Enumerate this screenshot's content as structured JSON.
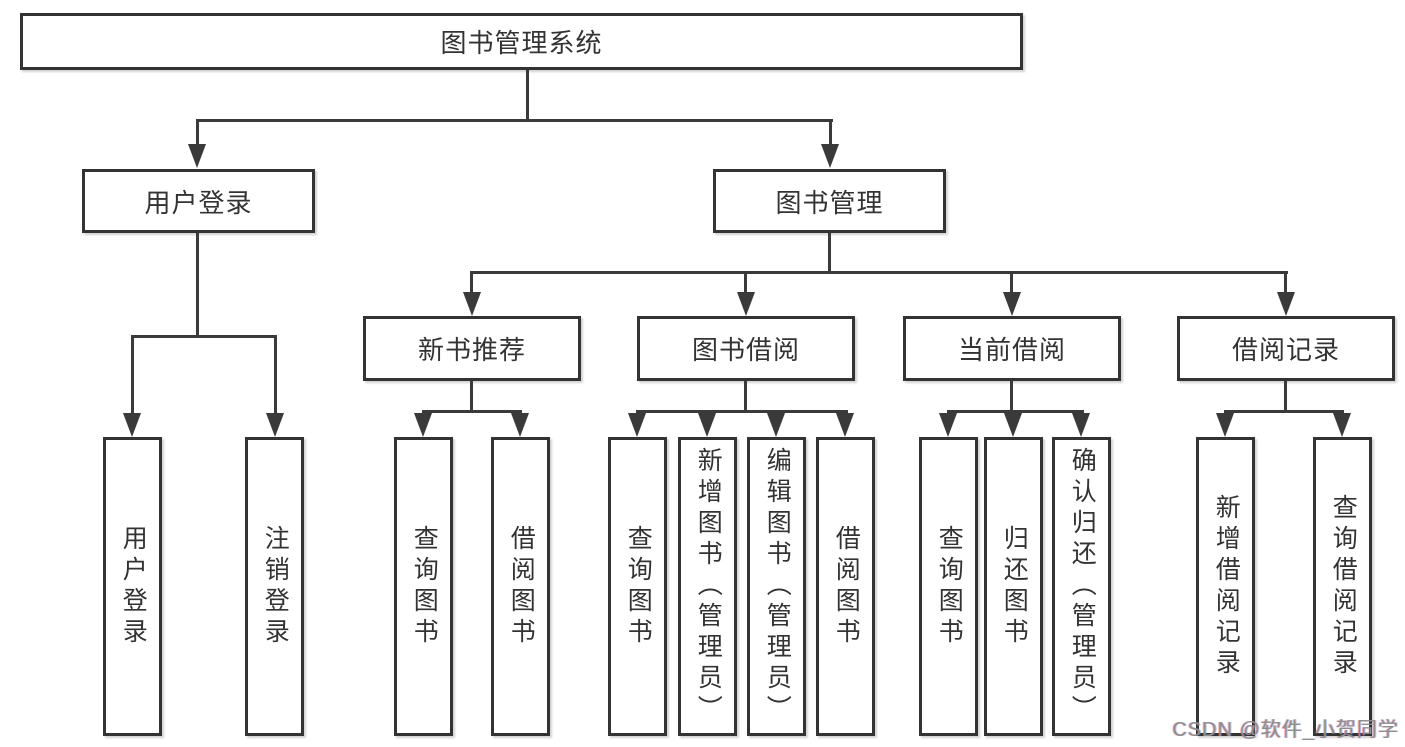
{
  "tree": {
    "label": "图书管理系统",
    "children": [
      {
        "label": "用户登录",
        "children": [
          {
            "label": "用户登录"
          },
          {
            "label": "注销登录"
          }
        ]
      },
      {
        "label": "图书管理",
        "children": [
          {
            "label": "新书推荐",
            "children": [
              {
                "label": "查询图书"
              },
              {
                "label": "借阅图书"
              }
            ]
          },
          {
            "label": "图书借阅",
            "children": [
              {
                "label": "查询图书"
              },
              {
                "label": "新增图书（管理员）"
              },
              {
                "label": "编辑图书（管理员）"
              },
              {
                "label": "借阅图书"
              }
            ]
          },
          {
            "label": "当前借阅",
            "children": [
              {
                "label": "查询图书"
              },
              {
                "label": "归还图书"
              },
              {
                "label": "确认归还（管理员）"
              }
            ]
          },
          {
            "label": "借阅记录",
            "children": [
              {
                "label": "新增借阅记录"
              },
              {
                "label": "查询借阅记录"
              }
            ]
          }
        ]
      }
    ]
  },
  "watermark": {
    "text": "CSDN @软件_小贺同学"
  },
  "colors": {
    "line": "#3a3a3a",
    "box_border": "#333333",
    "box_bg": "#ffffff",
    "text": "#333333",
    "watermark": "#8e8e8e"
  }
}
